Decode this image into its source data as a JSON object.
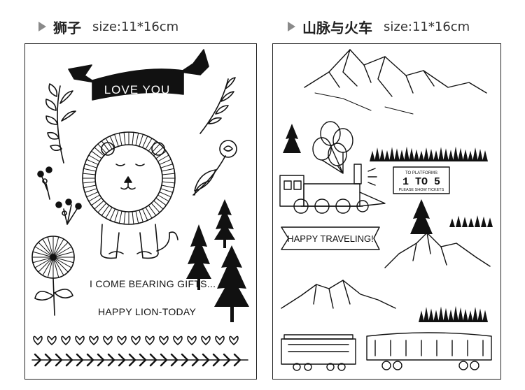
{
  "left": {
    "title": "狮子",
    "size": "size:11*16cm",
    "banner": "LOVE YOU",
    "caption1": "I COME BEARING GIFTS...",
    "caption2": "HAPPY LION-TODAY"
  },
  "right": {
    "title": "山脉与火车",
    "size": "size:11*16cm",
    "banner": "HAPPY TRAVELING!",
    "sign_top": "TO PLATFORMS",
    "sign_main": "1 TO 5",
    "sign_bottom": "PLEASE SHOW TICKETS"
  },
  "colors": {
    "ink": "#111111",
    "marker": "#8a8a8a"
  },
  "icons": [
    "triangle-marker-icon",
    "lion-icon",
    "leaf-branch-icon",
    "rose-icon",
    "pine-tree-icon",
    "flower-icon",
    "heart-icon",
    "mountain-icon",
    "balloon-icon",
    "locomotive-icon",
    "train-car-icon"
  ]
}
